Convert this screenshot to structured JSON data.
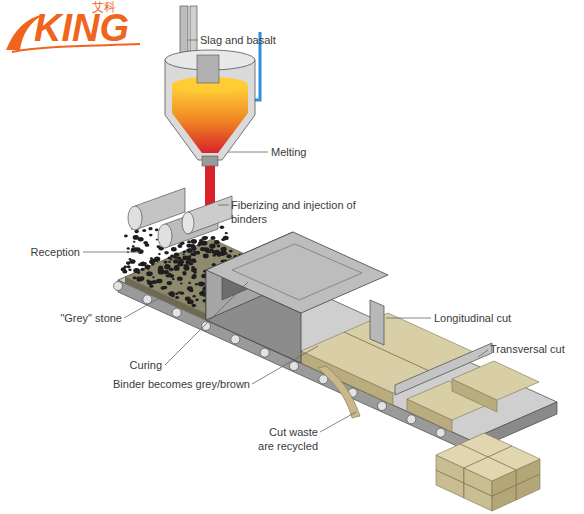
{
  "diagram": {
    "labels": [
      "艾科",
      "KING",
      "Slag and basalt",
      "Melting",
      "Fiberizing and injection of binders",
      "Reception",
      "\"Grey\" stone",
      "Curing",
      "Binder becomes grey/brown",
      "Cut waste are recycled",
      "Longitudinal cut",
      "Transversal cut"
    ]
  }
}
